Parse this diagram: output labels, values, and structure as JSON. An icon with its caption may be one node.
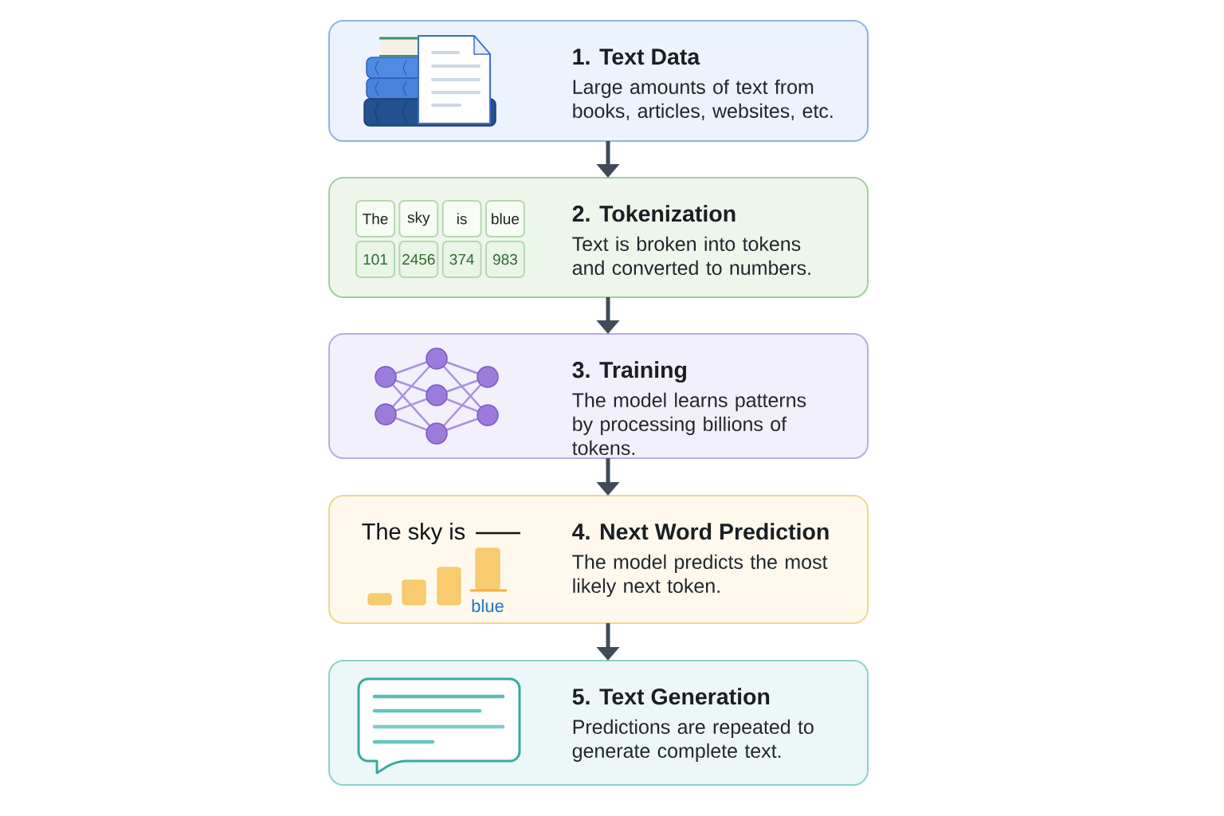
{
  "diagram": {
    "nodes": [
      {
        "text": [
          "1. Text Data",
          "Large amounts of text from books, articles, websites, etc."
        ]
      },
      {
        "text": [
          "2. Tokenization",
          "Text is broken into tokens and converted to numbers."
        ]
      },
      {
        "text": [
          "The"
        ],
        "in": 1
      },
      {
        "text": [
          "sky"
        ],
        "in": 1
      },
      {
        "text": [
          "is"
        ],
        "in": 1
      },
      {
        "text": [
          "blue"
        ],
        "in": 1
      },
      {
        "text": [
          "101"
        ],
        "in": 1
      },
      {
        "text": [
          "2456"
        ],
        "in": 1
      },
      {
        "text": [
          "374"
        ],
        "in": 1
      },
      {
        "text": [
          "983"
        ],
        "in": 1
      },
      {
        "text": [
          "3. Training",
          "The model learns patterns by processing billions of tokens."
        ]
      },
      {
        "text": [
          "4. Next Word Prediction",
          "The model predicts the most likely next token."
        ]
      },
      {
        "text": [
          "5. Text Generation",
          "Predictions are repeated to generate complete text."
        ]
      }
    ],
    "edges": [
      {
        "from": 0,
        "to": 1,
        "arrow": "to"
      },
      {
        "from": 1,
        "to": 10,
        "arrow": "to"
      },
      {
        "from": 10,
        "to": 11,
        "arrow": "to"
      },
      {
        "from": 11,
        "to": 12,
        "arrow": "to"
      }
    ],
    "labels": [
      "The sky is",
      "blue"
    ]
  }
}
